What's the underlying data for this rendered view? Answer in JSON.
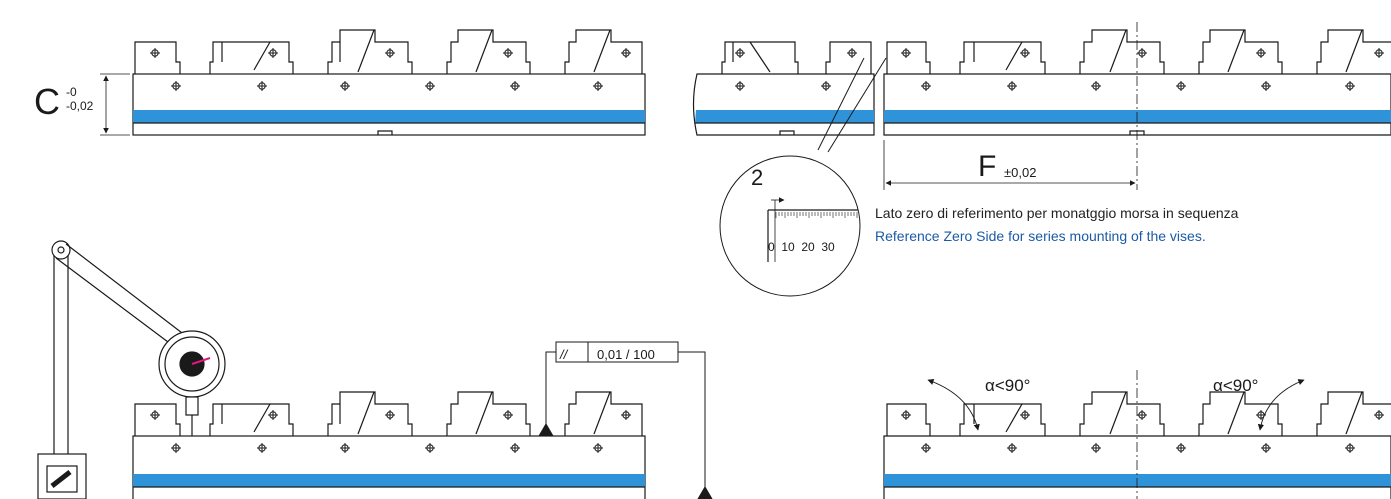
{
  "dimensions": {
    "c_symbol": "C",
    "c_tol_upper": "-0",
    "c_tol_lower": "-0,02",
    "f_symbol": "F",
    "f_tol": "±0,02"
  },
  "detail": {
    "offset_value": "2",
    "scale_labels": "0  10  20  30"
  },
  "notes": {
    "italian": "Lato zero di referimento per monatggio morsa in sequenza",
    "english": "Reference Zero Side for series mounting of the vises."
  },
  "tolerance_frame": {
    "symbol": "//",
    "value": "0,01 / 100"
  },
  "angles": {
    "left": "α<90°",
    "right": "α<90°"
  },
  "colors": {
    "stripe": "#2e93d8",
    "line": "#1a1a1a",
    "note_en": "#1c5aa6",
    "needle": "#e0197d"
  }
}
